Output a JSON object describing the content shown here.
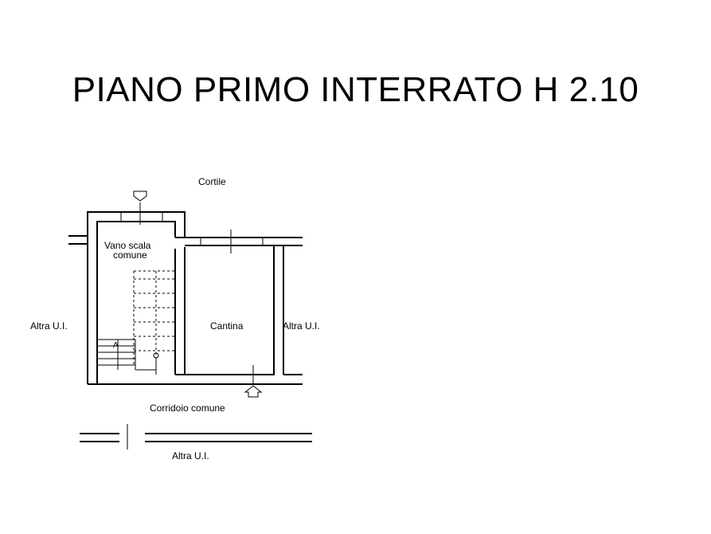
{
  "title": "PIANO PRIMO INTERRATO H 2.10",
  "labels": {
    "courtyard": "Cortile",
    "stairwell_line1": "Vano scala",
    "stairwell_line2": "comune",
    "left_unit": "Altra U.I.",
    "cellar": "Cantina",
    "right_unit": "Altra U.I.",
    "corridor": "Corridoio comune",
    "bottom_unit": "Altra U.I.",
    "stair_up_mark": "A"
  }
}
